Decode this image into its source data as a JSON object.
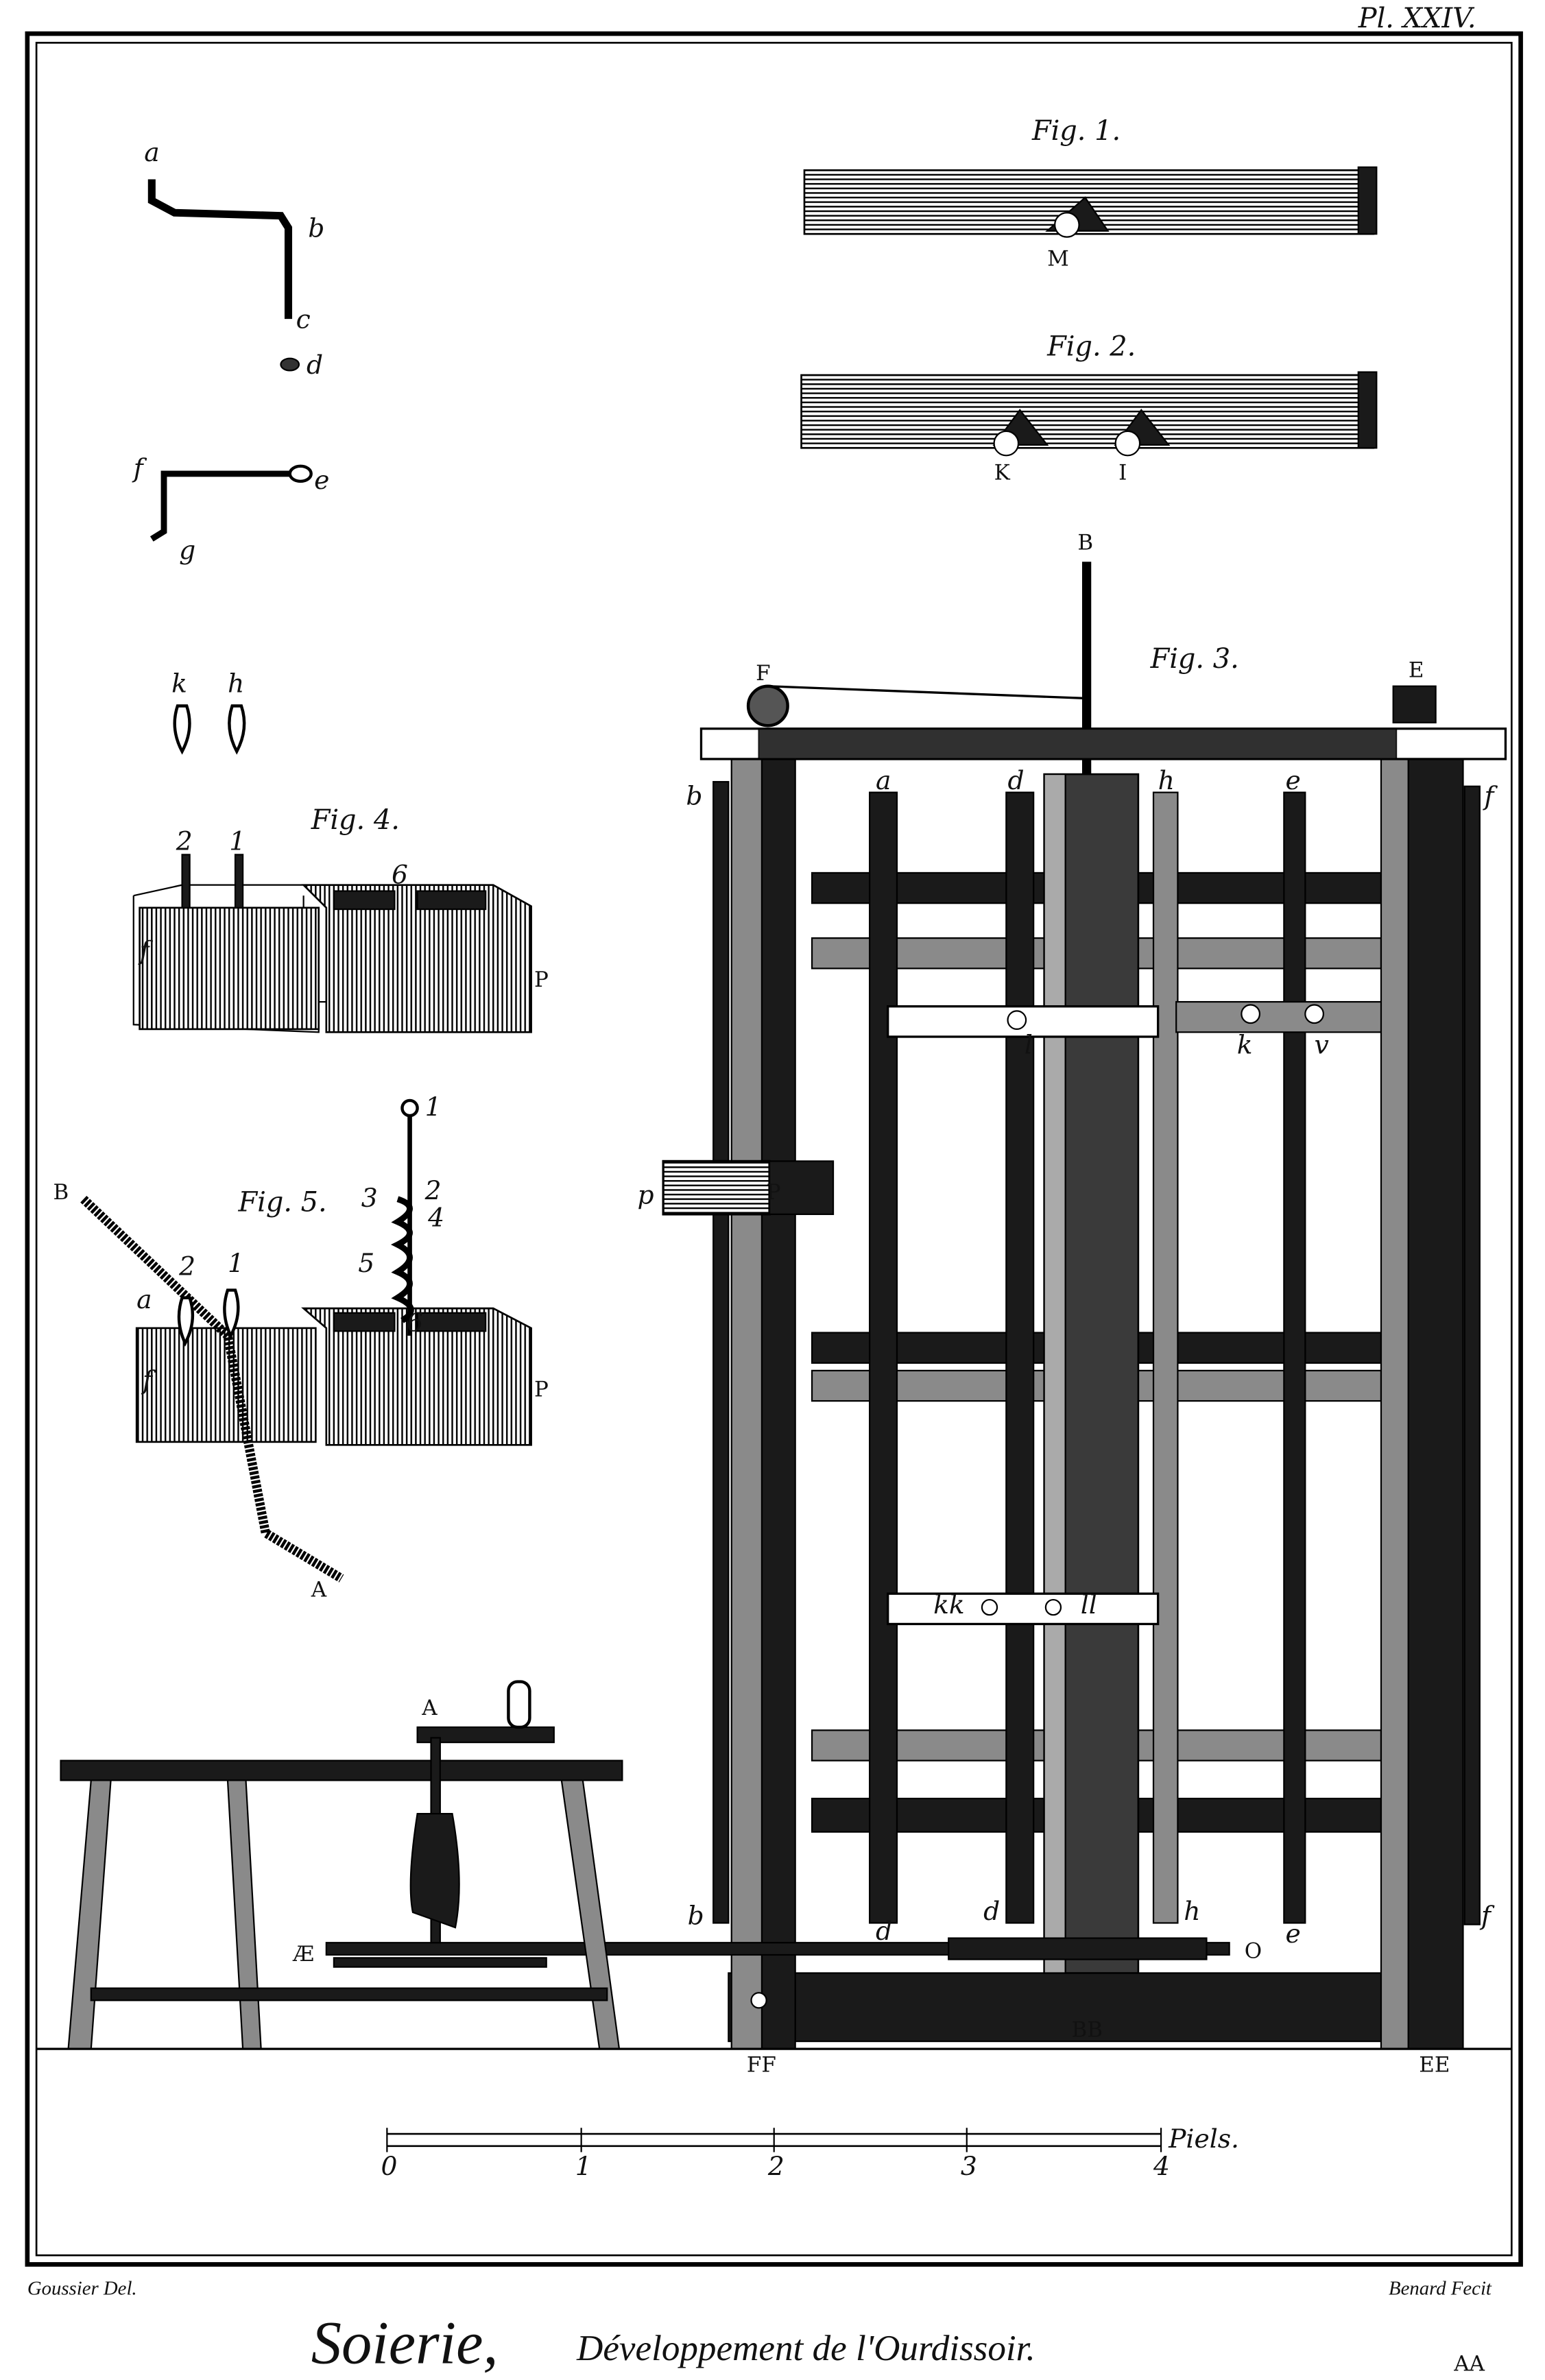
{
  "plate": {
    "number": "Pl. XXIV.",
    "title_main": "Soierie,",
    "title_sub": "Développement de l'Ourdissoir.",
    "designer": "Goussier Del.",
    "engraver": "Benard Fecit",
    "signature": "AA"
  },
  "figures": {
    "fig1": {
      "label": "Fig. 1.",
      "parts": [
        "M"
      ]
    },
    "fig2": {
      "label": "Fig. 2.",
      "parts": [
        "K",
        "I"
      ]
    },
    "fig3": {
      "label": "Fig. 3.",
      "parts": [
        "B",
        "F",
        "E",
        "b",
        "a",
        "d",
        "h",
        "e",
        "f",
        "l",
        "k",
        "v",
        "p",
        "P",
        "kk",
        "ll",
        "b",
        "d",
        "d",
        "h",
        "e",
        "f",
        "O",
        "Æ",
        "A",
        "FF",
        "BB",
        "EE"
      ]
    },
    "fig4": {
      "label": "Fig. 4.",
      "parts": [
        "2",
        "1",
        "6",
        "P",
        "f"
      ]
    },
    "fig5": {
      "label": "Fig. 5.",
      "parts": [
        "B",
        "2",
        "1",
        "a",
        "f",
        "P",
        "A",
        "1",
        "2",
        "3",
        "4",
        "5",
        "6"
      ]
    },
    "tools": {
      "parts": [
        "a",
        "b",
        "c",
        "d",
        "f",
        "e",
        "g",
        "k",
        "h"
      ]
    }
  },
  "scale": {
    "ticks": [
      "0",
      "1",
      "2",
      "3",
      "4"
    ],
    "unit": "Piels."
  }
}
